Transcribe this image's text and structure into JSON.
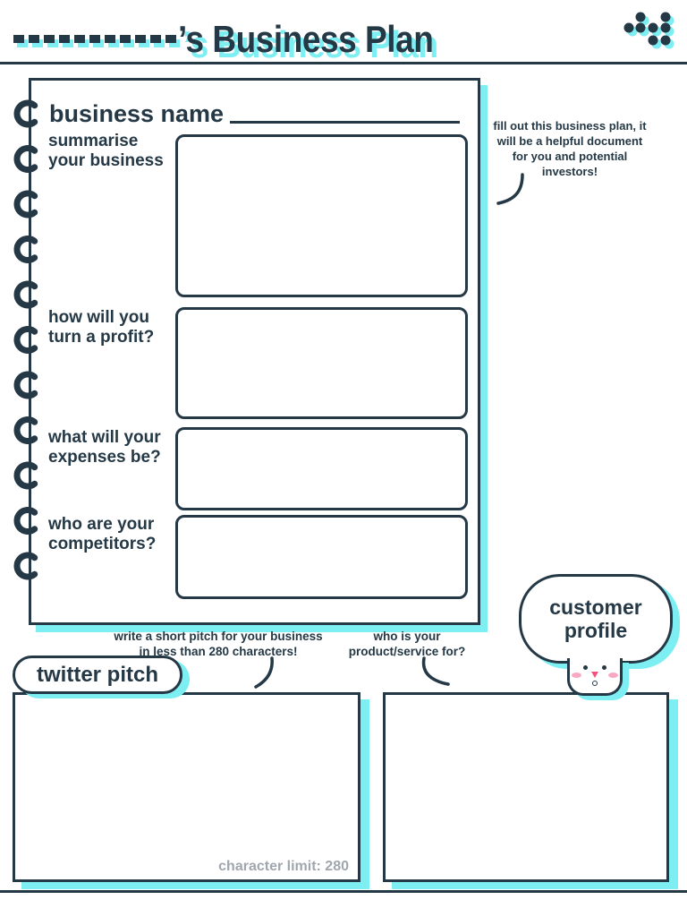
{
  "header": {
    "title": "’s Business Plan"
  },
  "intro_note": {
    "text": "fill out this business plan, it\nwill be a helpful document\nfor you and potential\ninvestors!"
  },
  "notebook": {
    "business_name_label": "business name",
    "sections": [
      {
        "label": "summarise\nyour business"
      },
      {
        "label": "how will you\nturn a profit?"
      },
      {
        "label": "what will your\nexpenses be?"
      },
      {
        "label": "who are your\ncompetitors?"
      }
    ]
  },
  "twitter_pitch": {
    "label": "twitter pitch",
    "note": "write a short pitch for your business\nin less than 280 characters!",
    "char_limit": "character limit: 280"
  },
  "customer_profile": {
    "label": "customer\nprofile",
    "note": "who is your\nproduct/service for?"
  },
  "icons": {
    "logo": "dots-cluster-logo-icon",
    "binding": "spiral-binding-icon",
    "face": "mascot-face-icon"
  },
  "colors": {
    "navy": "#243845",
    "cyan": "#7deef2",
    "pink_light": "#f7a9c4",
    "pink_dark": "#f4527e",
    "gray": "#9fa6ad"
  }
}
